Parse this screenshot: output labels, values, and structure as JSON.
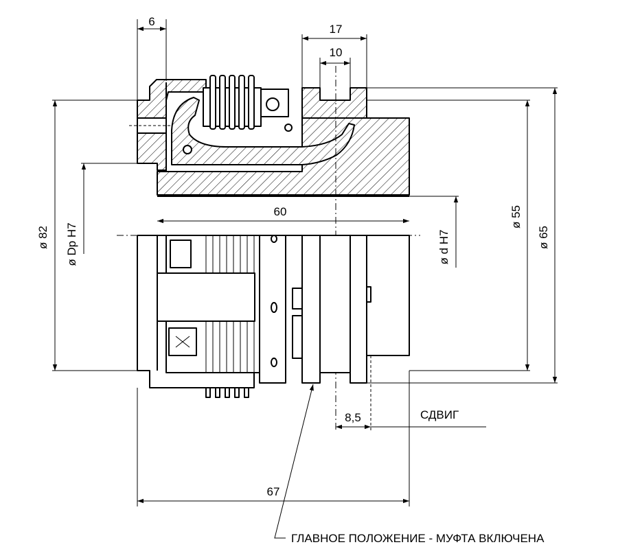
{
  "dimensions": {
    "d6": "6",
    "d17": "17",
    "d10": "10",
    "d60": "60",
    "d82": "ø 82",
    "dDp": "ø Dp H7",
    "dd": "ø d H7",
    "d55": "ø 55",
    "d65": "ø 65",
    "d85": "8,5",
    "d67": "67"
  },
  "labels": {
    "shift": "СДВИГ",
    "main_position": "ГЛАВНОЕ ПОЛОЖЕНИЕ - МУФТА ВКЛЮЧЕНА"
  }
}
